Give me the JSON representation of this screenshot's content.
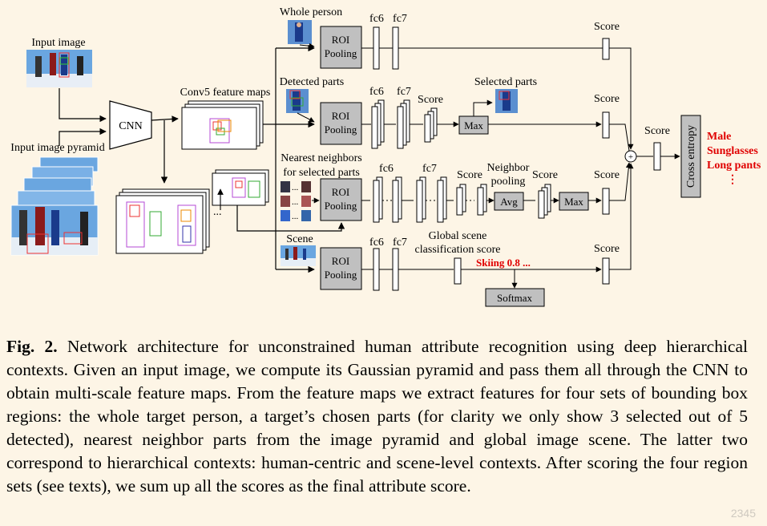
{
  "figure": {
    "labels": {
      "input_image": "Input image",
      "input_pyramid": "Input image pyramid",
      "cnn": "CNN",
      "conv5": "Conv5 feature maps",
      "whole_person": "Whole person",
      "detected_parts": "Detected parts",
      "nearest_neighbors_1": "Nearest neighbors",
      "nearest_neighbors_2": "for selected parts",
      "scene": "Scene",
      "roi_1": "ROI",
      "roi_2": "Pooling",
      "fc6": "fc6",
      "fc7": "fc7",
      "score": "Score",
      "max": "Max",
      "selected_parts": "Selected parts",
      "neighbor_pooling_1": "Neighbor",
      "neighbor_pooling_2": "pooling",
      "avg": "Avg",
      "global_scene_1": "Global scene",
      "global_scene_2": "classification score",
      "skiing": "Skiing 0.8 ...",
      "softmax": "Softmax",
      "sum": "+",
      "cross_entropy": "Cross entropy",
      "attr_male": "Male",
      "attr_sunglasses": "Sunglasses",
      "attr_longpants": "Long pants",
      "attr_more": "⋮",
      "dots": "...",
      "vdots": "⋮"
    },
    "colors": {
      "box_fill": "#c0c0c0",
      "attribute_red": "#e00000",
      "line": "#000000"
    }
  },
  "caption": {
    "label": "Fig. 2.",
    "text": "Network architecture for unconstrained human attribute recognition using deep hierarchical contexts. Given an input image, we compute its Gaussian pyramid and pass them all through the CNN to obtain multi-scale feature maps. From the feature maps we extract features for four sets of bounding box regions: the whole target person, a target’s chosen parts (for clarity we only show 3 selected out of 5 detected), nearest neighbor parts from the image pyramid and global image scene. The latter two correspond to hierarchical contexts: human-centric and scene-level contexts. After scoring the four region sets (see texts), we sum up all the scores as the final attribute score."
  },
  "watermark": "2345"
}
